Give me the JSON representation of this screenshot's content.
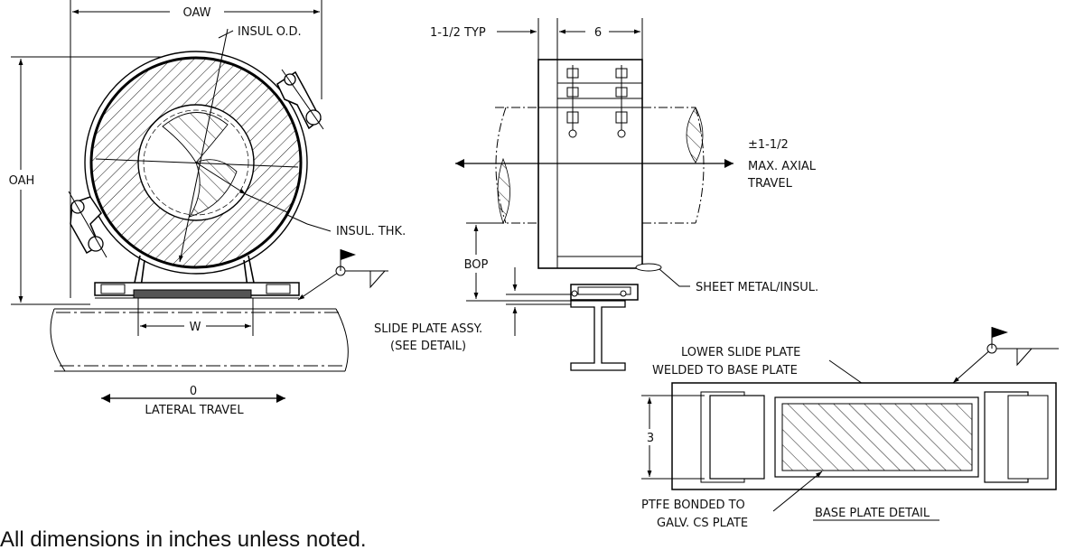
{
  "labels": {
    "oaw": "OAW",
    "insul_od": "INSUL O.D.",
    "oah": "OAH",
    "insul_thk": "INSUL. THK.",
    "w": "W",
    "lateral_value": "0",
    "lateral_travel": "LATERAL TRAVEL",
    "typ_dim": "1-1/2 TYP",
    "width_dim": "6",
    "axial_1": "±1-1/2",
    "axial_2": "MAX. AXIAL",
    "axial_3": "TRAVEL",
    "bop": "BOP",
    "sheet_metal": "SHEET METAL/INSUL.",
    "slide_1": "SLIDE PLATE ASSY.",
    "slide_2": "(SEE DETAIL)",
    "lower_1": "LOWER SLIDE PLATE",
    "lower_2": "WELDED TO BASE PLATE",
    "three_dim": "3",
    "ptfe_1": "PTFE BONDED TO",
    "ptfe_2": "GALV. CS PLATE",
    "base_detail": "BASE PLATE DETAIL",
    "footer_note": "All dimensions in inches unless noted."
  }
}
